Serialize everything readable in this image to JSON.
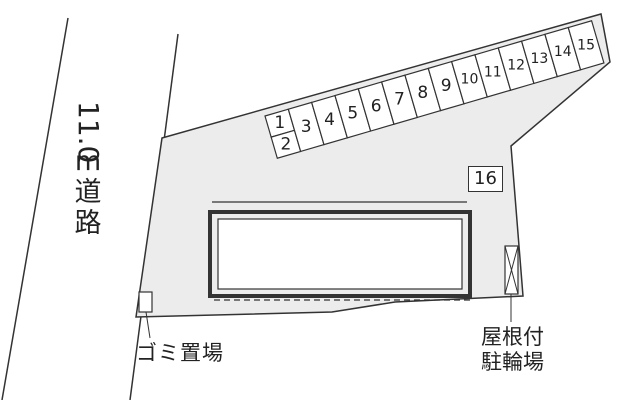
{
  "road": {
    "width_label": "11.0",
    "unit_label": "m",
    "name_chars": [
      "道",
      "路"
    ]
  },
  "parking_spaces": [
    "1",
    "2",
    "3",
    "4",
    "5",
    "6",
    "7",
    "8",
    "9",
    "10",
    "11",
    "12",
    "13",
    "14",
    "15"
  ],
  "parking_space_16": "16",
  "garbage_area_label": "ゴミ置場",
  "bike_parking_label": [
    "屋根付",
    "駐輪場"
  ],
  "colors": {
    "lot_fill": "#ececec",
    "outline": "#333333",
    "building_border": "#333333"
  }
}
